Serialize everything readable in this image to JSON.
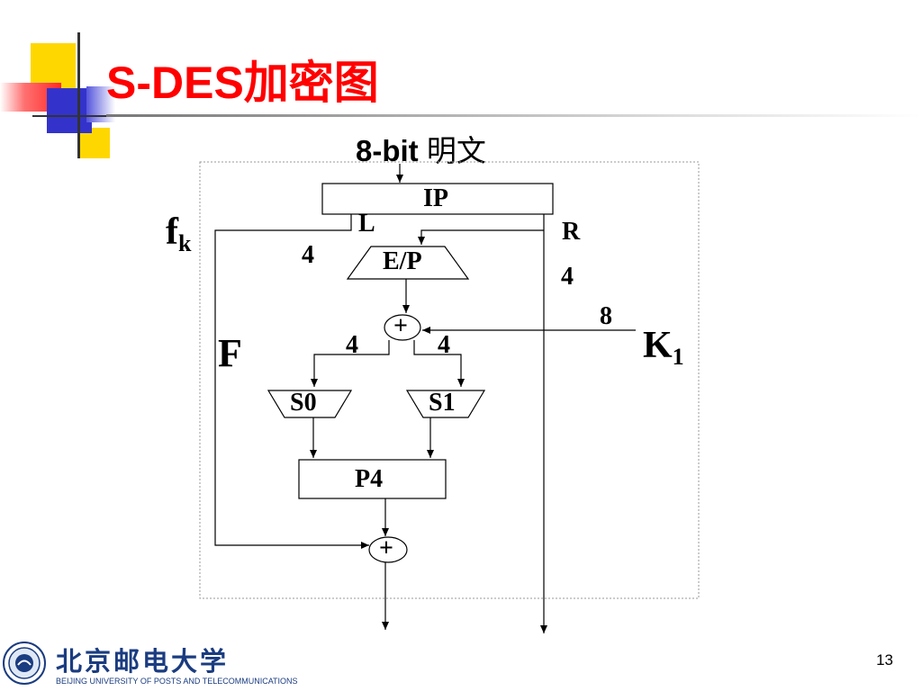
{
  "title": "S-DES加密图",
  "subtitle": {
    "bits": "8-bit",
    "text": "明文"
  },
  "diagram": {
    "ip": "IP",
    "left": "L",
    "right": "R",
    "left_bits": "4",
    "right_bits": "4",
    "ep": "E/P",
    "key_bits": "8",
    "key": "K",
    "key_sub": "1",
    "xor_top": "+",
    "s_in_left": "4",
    "s_in_right": "4",
    "s0": "S0",
    "s1": "S1",
    "p4": "P4",
    "xor_bottom": "+",
    "func_f": "F",
    "fk": "f",
    "fk_sub": "k"
  },
  "footer": {
    "university_cn": "北京邮电大学",
    "university_en": "BEIJING UNIVERSITY OF POSTS AND TELECOMMUNICATIONS",
    "page_number": "13"
  },
  "colors": {
    "title": "#ff0000",
    "accent_yellow": "#ffd700",
    "accent_blue": "#3333cc",
    "accent_red": "#ff2a2a"
  }
}
